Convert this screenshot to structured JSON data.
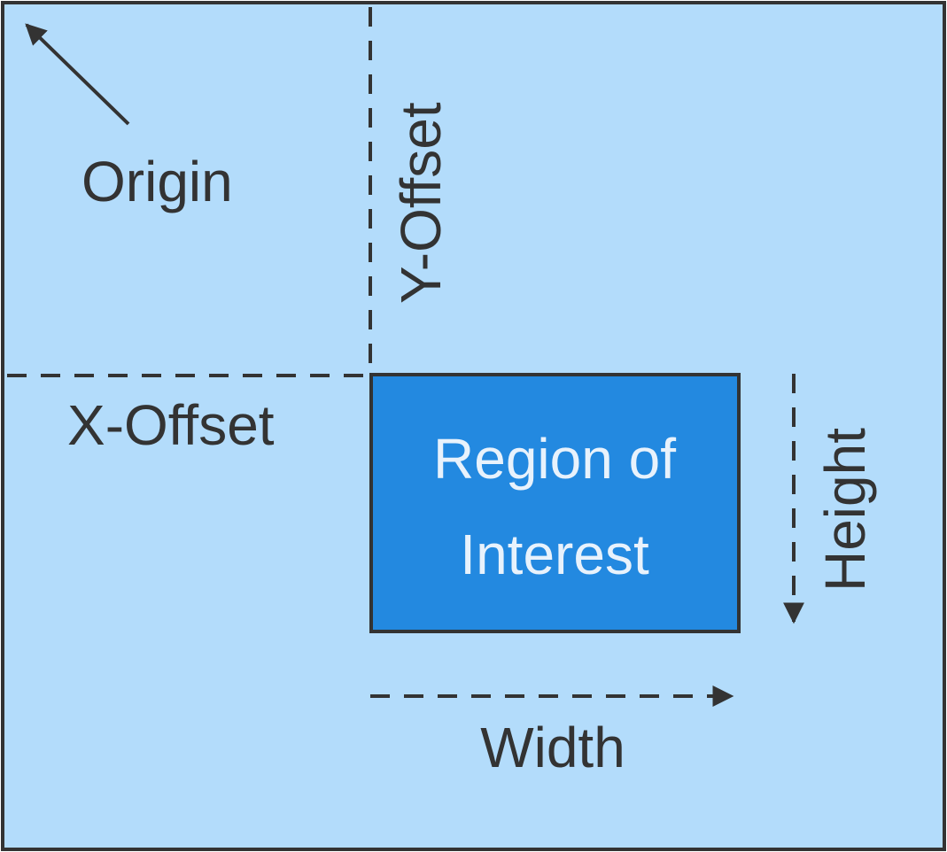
{
  "labels": {
    "origin": "Origin",
    "y_offset": "Y-Offset",
    "x_offset": "X-Offset",
    "roi_line1": "Region of",
    "roi_line2": "Interest",
    "height": "Height",
    "width": "Width"
  },
  "colors": {
    "background": "#b3dcfb",
    "region_fill": "#2389e0",
    "border": "#333333",
    "text_dark": "#333333",
    "text_light": "#e8f2fc"
  }
}
